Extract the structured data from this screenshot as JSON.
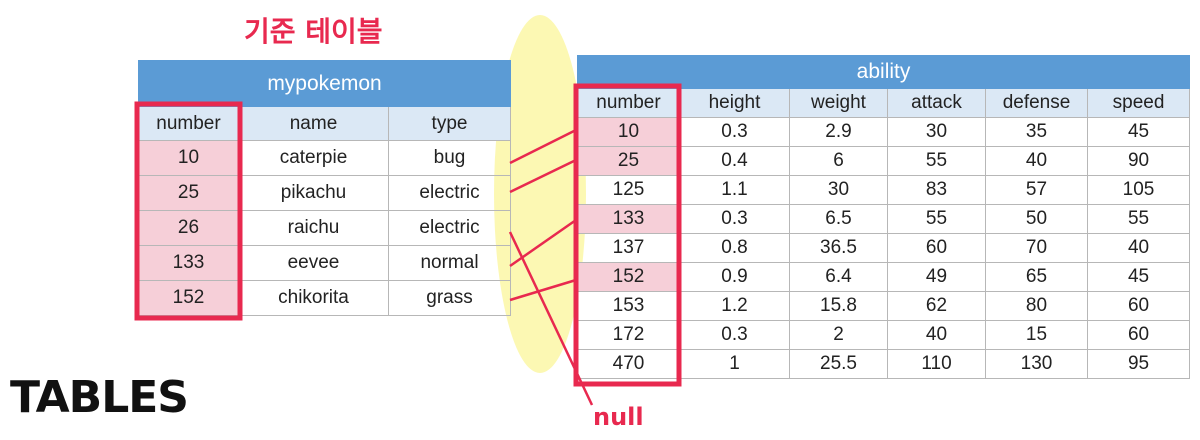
{
  "heading": "기준 테이블",
  "tables_label": "TABLES",
  "null_label": "null",
  "colors": {
    "accent": "#e8294f",
    "header": "#5b9bd5",
    "subheader": "#dbe8f5",
    "highlight": "#f6cfd8",
    "ellipse": "#fbf7a6"
  },
  "mypokemon": {
    "title": "mypokemon",
    "columns": [
      "number",
      "name",
      "type"
    ],
    "rows": [
      [
        "10",
        "caterpie",
        "bug"
      ],
      [
        "25",
        "pikachu",
        "electric"
      ],
      [
        "26",
        "raichu",
        "electric"
      ],
      [
        "133",
        "eevee",
        "normal"
      ],
      [
        "152",
        "chikorita",
        "grass"
      ]
    ]
  },
  "ability": {
    "title": "ability",
    "columns": [
      "number",
      "height",
      "weight",
      "attack",
      "defense",
      "speed"
    ],
    "rows": [
      [
        "10",
        "0.3",
        "2.9",
        "30",
        "35",
        "45"
      ],
      [
        "25",
        "0.4",
        "6",
        "55",
        "40",
        "90"
      ],
      [
        "125",
        "1.1",
        "30",
        "83",
        "57",
        "105"
      ],
      [
        "133",
        "0.3",
        "6.5",
        "55",
        "50",
        "55"
      ],
      [
        "137",
        "0.8",
        "36.5",
        "60",
        "70",
        "40"
      ],
      [
        "152",
        "0.9",
        "6.4",
        "49",
        "65",
        "45"
      ],
      [
        "153",
        "1.2",
        "15.8",
        "62",
        "80",
        "60"
      ],
      [
        "172",
        "0.3",
        "2",
        "40",
        "15",
        "60"
      ],
      [
        "470",
        "1",
        "25.5",
        "110",
        "130",
        "95"
      ]
    ]
  }
}
